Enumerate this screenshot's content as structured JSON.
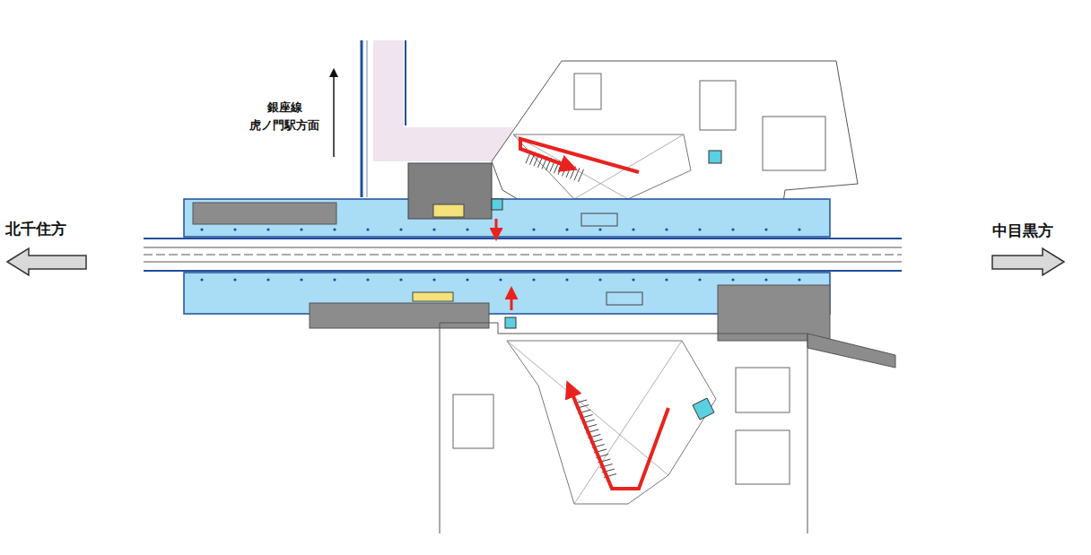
{
  "diagram": {
    "labels": [
      "銀座線 虎ノ門駅方面",
      "北千住方",
      "中目黒方"
    ]
  }
}
